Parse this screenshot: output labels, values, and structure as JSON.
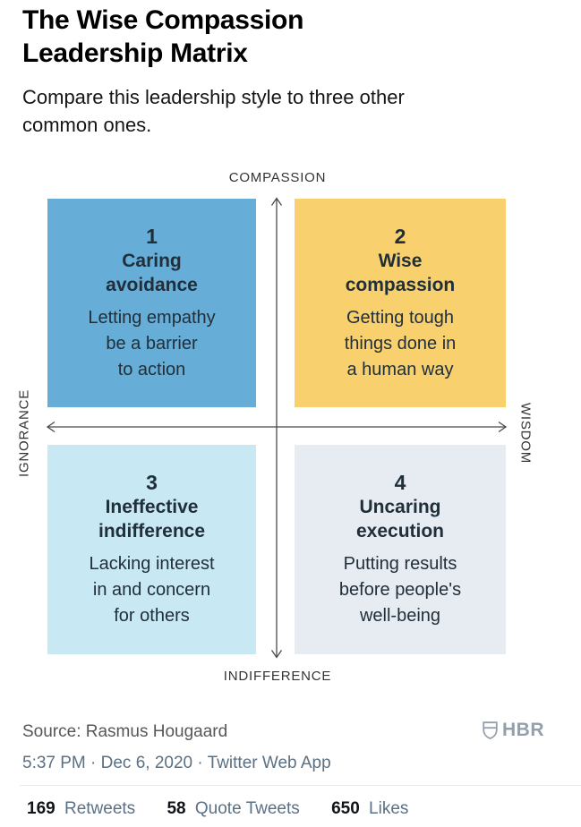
{
  "colors": {
    "title-text": "#000000",
    "subtitle-text": "#151515",
    "axis-text": "#333333",
    "arrow": "#4A4A4A",
    "quadrant-text": "#212F3A",
    "q1-bg": "#66ADD8",
    "q2-bg": "#F8D06E",
    "q3-bg": "#C8E8F3",
    "q4-bg": "#E7EBF2",
    "source-text": "#575757",
    "hbr-logo": "#93A0AB",
    "timestamp-text": "#5B7083",
    "stat-number": "#0F1419",
    "stat-label": "#5B7083",
    "divider": "#E6ECF0"
  },
  "header": {
    "title": "The Wise Compassion\nLeadership Matrix",
    "subtitle": "Compare this leadership style to three other\ncommon ones."
  },
  "matrix": {
    "axes": {
      "top": "COMPASSION",
      "bottom": "INDIFFERENCE",
      "left": "IGNORANCE",
      "right": "WISDOM"
    },
    "quadrants": [
      {
        "number": "1",
        "title": "Caring\navoidance",
        "description": "Letting empathy\nbe a barrier\nto action"
      },
      {
        "number": "2",
        "title": "Wise\ncompassion",
        "description": "Getting tough\nthings done in\na human way"
      },
      {
        "number": "3",
        "title": "Ineffective\nindifference",
        "description": "Lacking interest\nin and concern\nfor others"
      },
      {
        "number": "4",
        "title": "Uncaring\nexecution",
        "description": "Putting results\nbefore people's\nwell-being"
      }
    ]
  },
  "footer": {
    "source": "Source: Rasmus Hougaard",
    "hbr_logo_text": "HBR"
  },
  "tweet": {
    "timestamp": "5:37 PM · Dec 6, 2020 · Twitter Web App",
    "stats": [
      {
        "value": "169",
        "label": "Retweets"
      },
      {
        "value": "58",
        "label": "Quote Tweets"
      },
      {
        "value": "650",
        "label": "Likes"
      }
    ]
  }
}
